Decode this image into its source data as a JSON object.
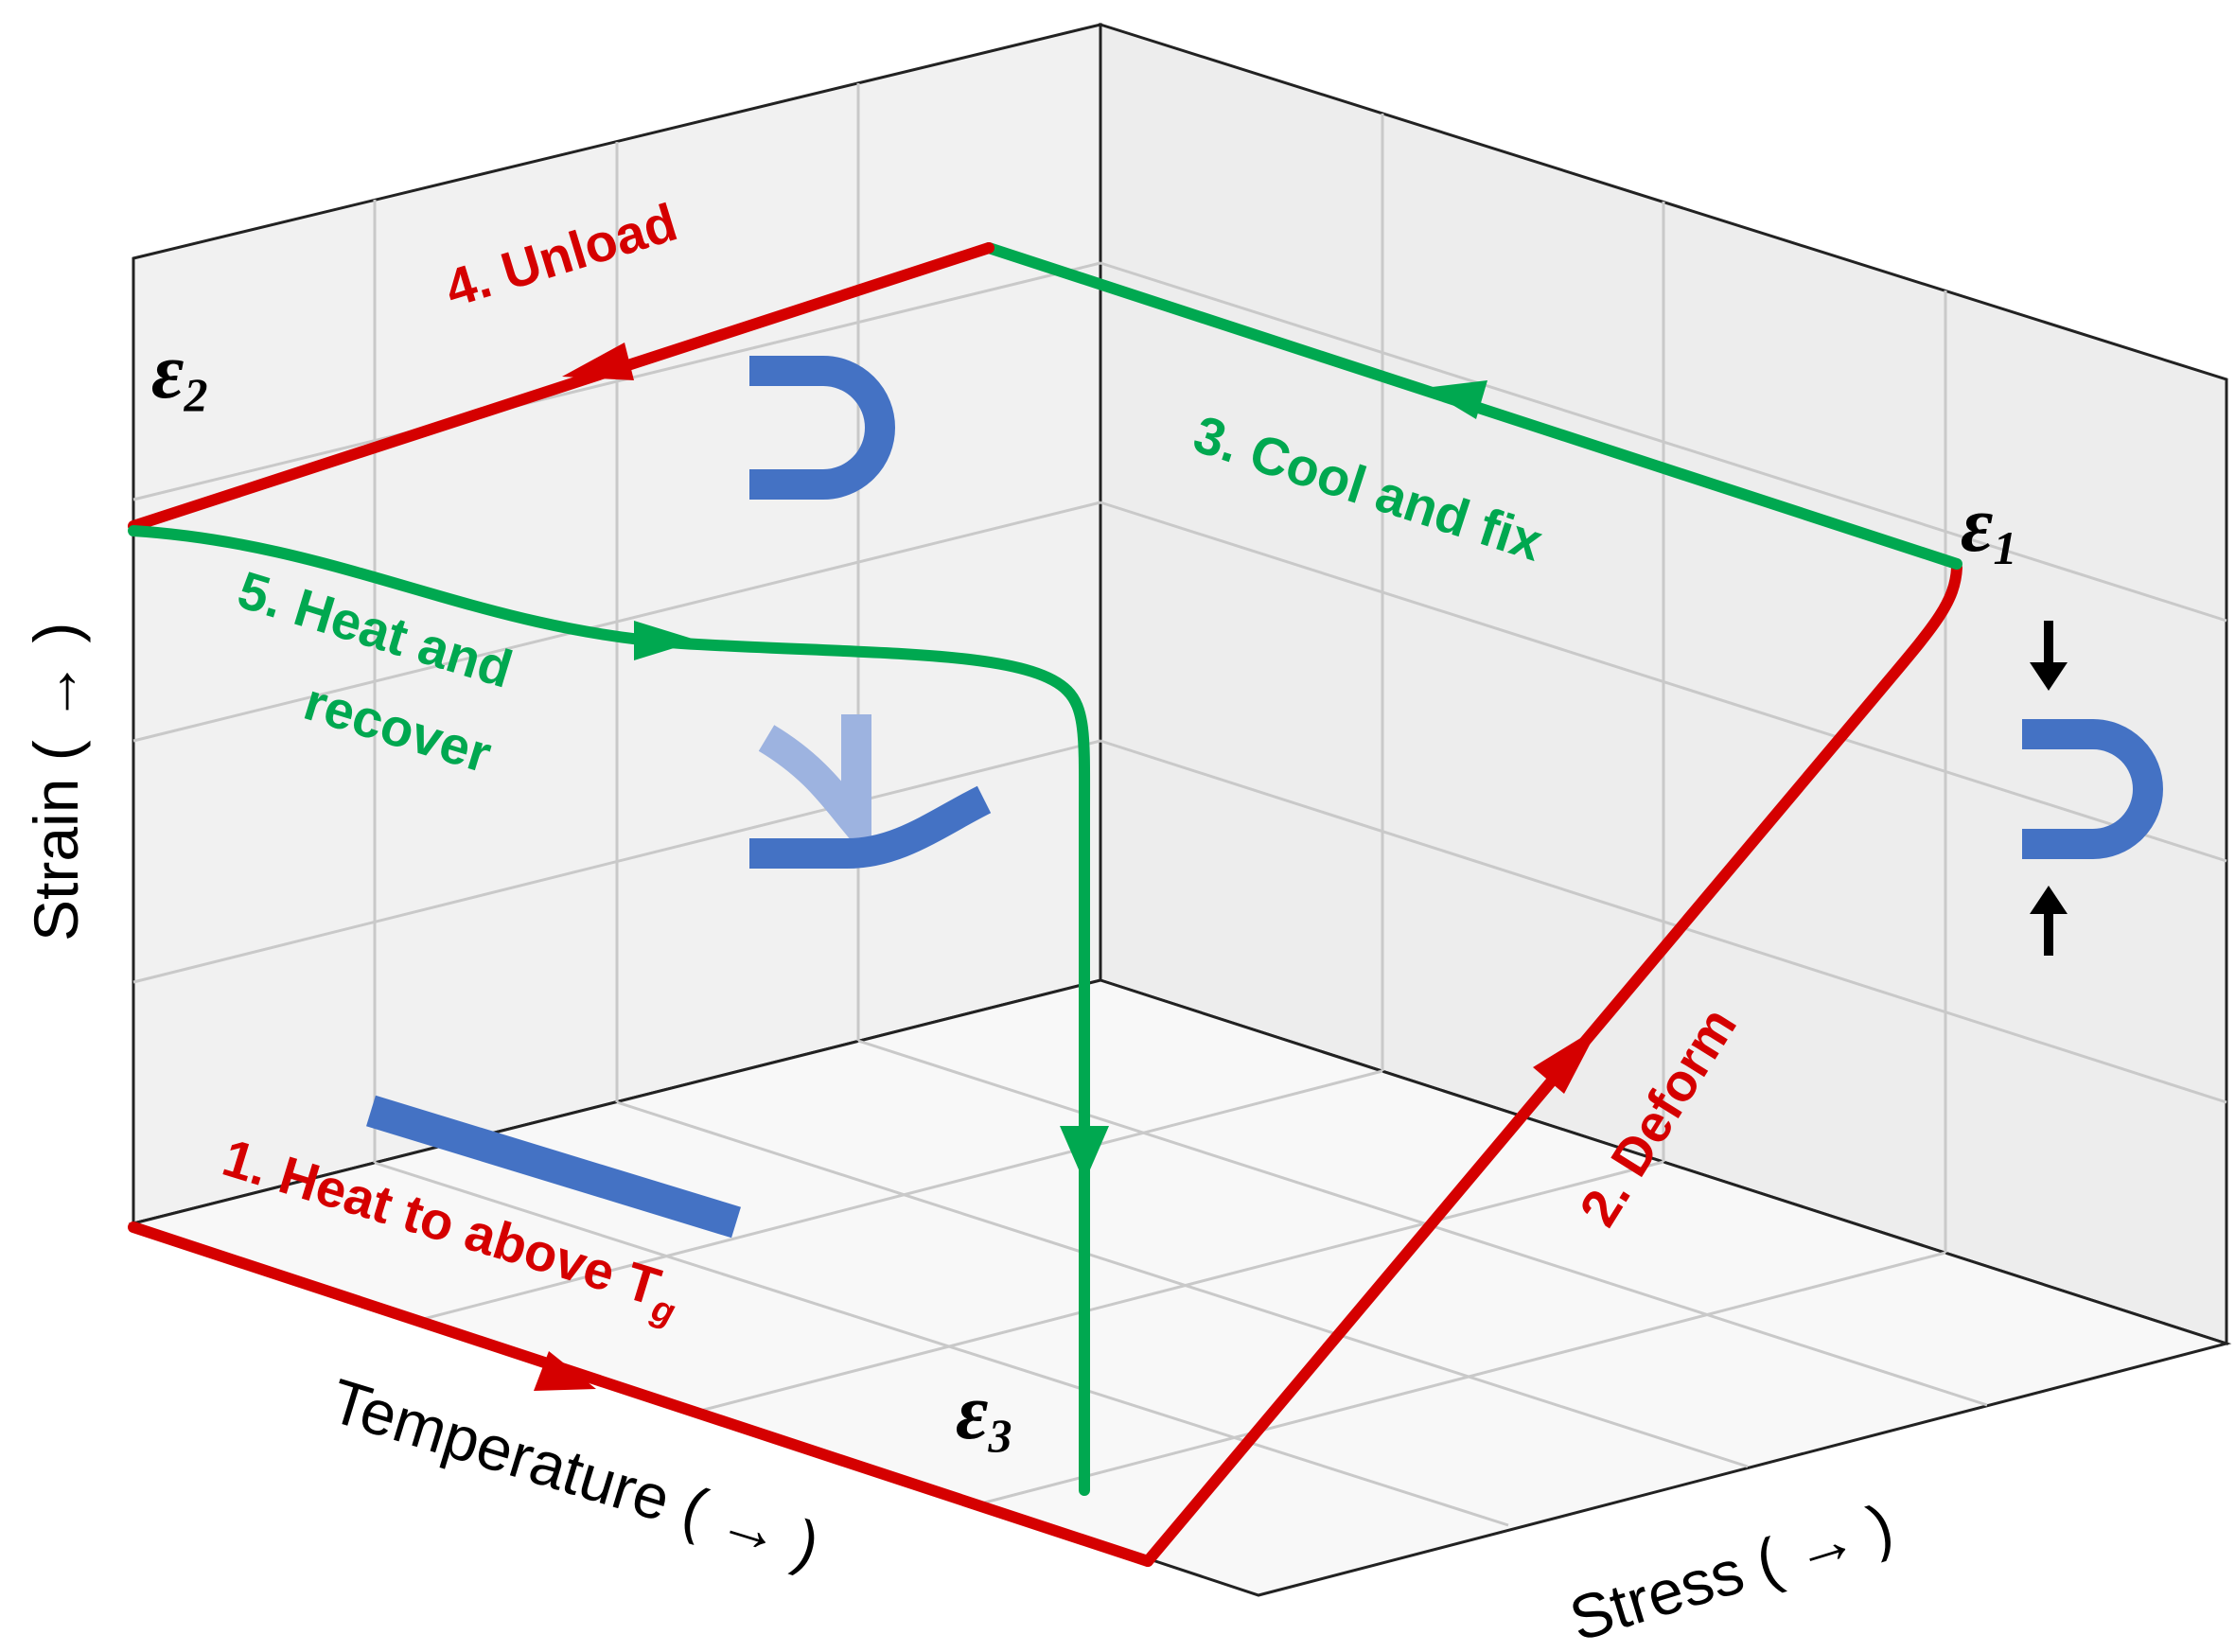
{
  "colors": {
    "red": "#D50000",
    "green": "#00A850",
    "blue": "#4472C4",
    "blue_light": "#9DB3E0",
    "wall": "#F1F1F1",
    "floor": "#F8F8F8",
    "grid": "#C9C9C9"
  },
  "axes": {
    "x_label": "Temperature ( → )",
    "y_label": "Strain ( → )",
    "z_label": "Stress ( → )"
  },
  "steps": [
    {
      "id": "step1",
      "text": "1. Heat to above T",
      "subscript": "g",
      "color": "red"
    },
    {
      "id": "step2",
      "text": "2. Deform",
      "color": "red"
    },
    {
      "id": "step3",
      "text": "3. Cool and fix",
      "color": "green"
    },
    {
      "id": "step4",
      "text": "4. Unload",
      "color": "red"
    },
    {
      "id": "step5a",
      "text": "5. Heat and",
      "color": "green"
    },
    {
      "id": "step5b",
      "text": "recover",
      "color": "green"
    }
  ],
  "strains": [
    {
      "id": "eps1",
      "symbol": "ε",
      "subscript": "1"
    },
    {
      "id": "eps2",
      "symbol": "ε",
      "subscript": "2"
    },
    {
      "id": "eps3",
      "symbol": "ε",
      "subscript": "3"
    }
  ],
  "icons": {
    "flat_strip": "straight-strip-icon",
    "u_shape": "u-shape-icon",
    "recovering": "recovering-strip-icon",
    "compress_arrows": "compress-arrows-icon"
  }
}
